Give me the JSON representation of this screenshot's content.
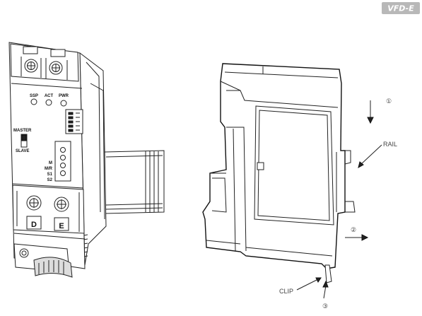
{
  "logo": {
    "text": "VFD-E",
    "bg_color": "#b8b8b8"
  },
  "module": {
    "led_labels": [
      "SSP",
      "ACT",
      "PWR"
    ],
    "switch_top_label": "MASTER",
    "switch_bottom_label": "SLAVE",
    "terminal_labels": [
      "M",
      "M/R",
      "S1",
      "S2"
    ],
    "bottom_terminal_labels": [
      "D",
      "E"
    ]
  },
  "annotations": {
    "step_1": "①",
    "step_2": "②",
    "step_3": "③",
    "rail_label": "RAIL",
    "clip_label": "CLIP"
  }
}
